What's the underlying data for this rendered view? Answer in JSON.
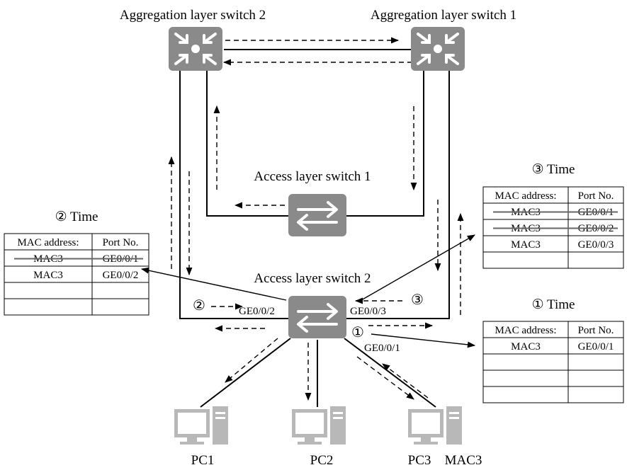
{
  "devices": {
    "agg2": {
      "label": "Aggregation layer switch 2"
    },
    "agg1": {
      "label": "Aggregation layer switch 1"
    },
    "access1": {
      "label": "Access layer switch 1"
    },
    "access2": {
      "label": "Access layer switch 2"
    },
    "pc1": {
      "label": "PC1"
    },
    "pc2": {
      "label": "PC2"
    },
    "pc3": {
      "label": "PC3"
    },
    "mac3": {
      "label": "MAC3"
    }
  },
  "ports": {
    "left": "GE0/0/2",
    "right": "GE0/0/3",
    "down": "GE0/0/1"
  },
  "markers": {
    "one": "①",
    "two": "②",
    "three": "③"
  },
  "tables": {
    "time2": {
      "title": "② Time",
      "headers": [
        "MAC address:",
        "Port No."
      ],
      "rows": [
        {
          "mac": "MAC3",
          "port": "GE0/0/1",
          "struck": true
        },
        {
          "mac": "MAC3",
          "port": "GE0/0/2",
          "struck": false
        },
        {
          "mac": "",
          "port": "",
          "struck": false
        },
        {
          "mac": "",
          "port": "",
          "struck": false
        }
      ]
    },
    "time3": {
      "title": "③ Time",
      "headers": [
        "MAC address:",
        "Port No."
      ],
      "rows": [
        {
          "mac": "MAC3",
          "port": "GE0/0/1",
          "struck": true
        },
        {
          "mac": "MAC3",
          "port": "GE0/0/2",
          "struck": true
        },
        {
          "mac": "MAC3",
          "port": "GE0/0/3",
          "struck": false
        },
        {
          "mac": "",
          "port": "",
          "struck": false
        }
      ]
    },
    "time1": {
      "title": "① Time",
      "headers": [
        "MAC address:",
        "Port No."
      ],
      "rows": [
        {
          "mac": "MAC3",
          "port": "GE0/0/1",
          "struck": false
        },
        {
          "mac": "",
          "port": "",
          "struck": false
        },
        {
          "mac": "",
          "port": "",
          "struck": false
        },
        {
          "mac": "",
          "port": "",
          "struck": false
        }
      ]
    }
  },
  "colors": {
    "device": "#8a8a8a",
    "pc": "#b8b8b8",
    "line": "#000000"
  }
}
